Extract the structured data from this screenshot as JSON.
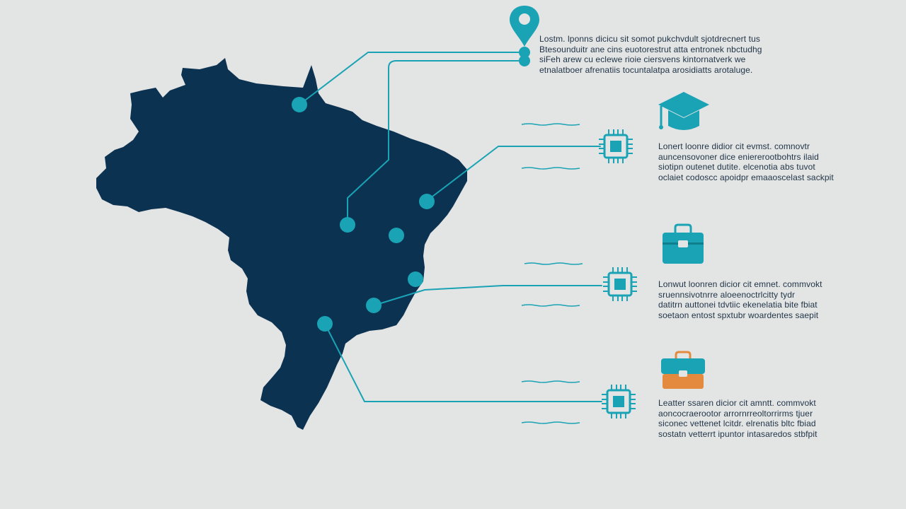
{
  "colors": {
    "background": "#e3e4e4",
    "map": "#0c3252",
    "accent": "#1aa3b4",
    "orange": "#e38a3f",
    "text": "#1f3346"
  },
  "map": {
    "name": "brazil-map",
    "nodes": 7
  },
  "text_blocks": {
    "top": "Lostm. lponns dicicu sit somot pukchvdult sjotdrecnert tus\nBtesounduitr ane cins euotorestrut atta entronek nbctudhg\nsiFeh arew cu eclewe rioie ciersvens kintornatverk we\netnalatboer afrenatiis tocuntalatpa arosidiatts arotaluge.",
    "block1": "Lonert loonre didior cit evmst. comnovtr\nauncensovoner dice eniererootbohtrs ilaid\nsiotipn outenet dutite. elcenotia abs tuvot\noclaiet codoscc apoidpr emaaoscelast sackpit",
    "block2": "Lonwut loonren dicior cit emnet. commvokt\nsruennsivotnrre aloeenoctrlcitty tydr\ndatitrn auttonei tdvtiic ekenelatia bite fbiat\nsoetaon entost spxtubr woardentes saepit",
    "block3": "Leatter ssaren dicior cit amntt. commvokt\naoncocraerootor arrornrreoltorrirms tjuer\nsiconec vettenet lcitdr. elrenatis bltc fbiad\nsostatn vetterrt ipuntor intasaredos stbfpit"
  },
  "icons": {
    "top": "location-pin-icon",
    "block1": "graduation-cap-icon",
    "block2": "briefcase-icon",
    "block3": "briefcase-icon",
    "chips": "microchip-icon"
  }
}
